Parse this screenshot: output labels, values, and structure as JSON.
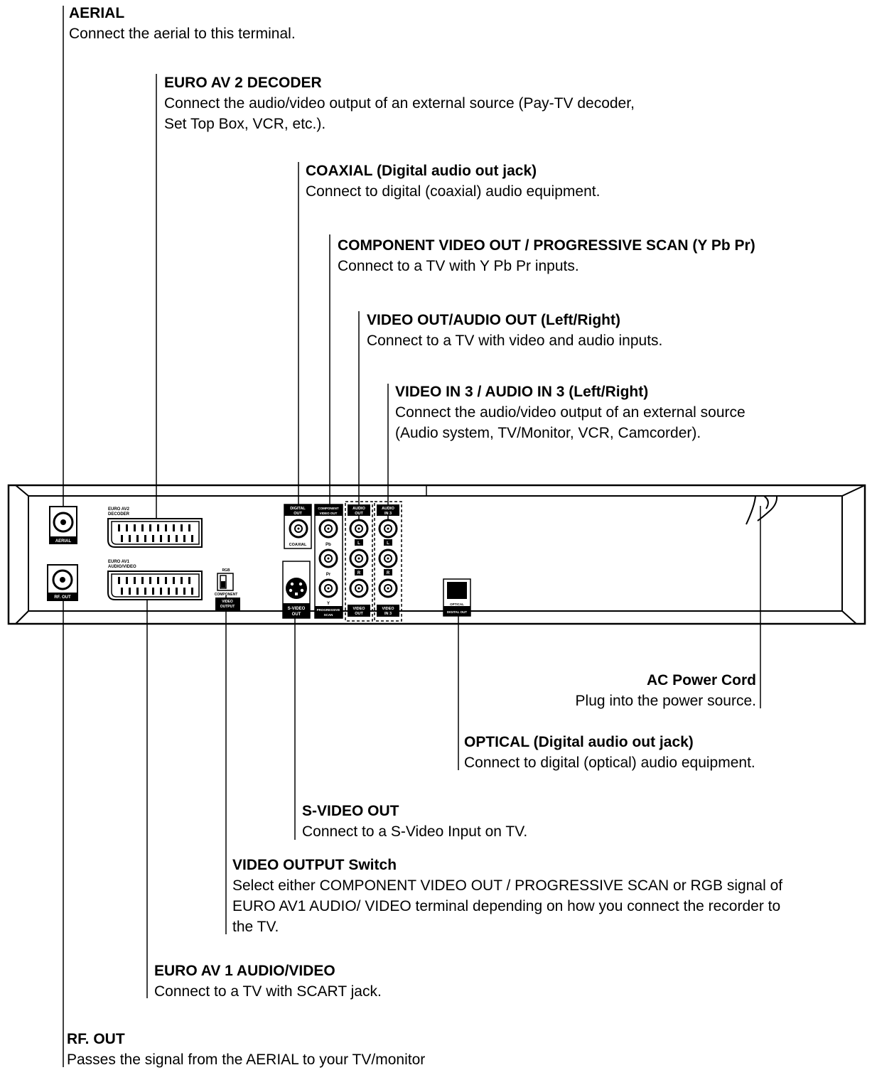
{
  "callouts": {
    "aerial": {
      "title": "AERIAL",
      "desc": "Connect the aerial to this terminal."
    },
    "euro_av2": {
      "title": "EURO AV 2 DECODER",
      "desc1": "Connect the audio/video output of an external source (Pay-TV decoder,",
      "desc2": "Set Top Box, VCR, etc.)."
    },
    "coaxial": {
      "title": "COAXIAL (Digital audio out jack)",
      "desc": "Connect to digital (coaxial) audio equipment."
    },
    "component": {
      "title": "COMPONENT VIDEO OUT / PROGRESSIVE SCAN (Y Pb Pr)",
      "desc": "Connect to a TV with Y Pb Pr inputs."
    },
    "video_out": {
      "title": "VIDEO OUT/AUDIO OUT (Left/Right)",
      "desc": "Connect to a TV with video and audio inputs."
    },
    "video_in3": {
      "title": "VIDEO IN 3 / AUDIO IN 3 (Left/Right)",
      "desc1": "Connect the audio/video output of an external source",
      "desc2": "(Audio system, TV/Monitor, VCR, Camcorder)."
    },
    "ac_power": {
      "title": "AC Power Cord",
      "desc": "Plug into the power source."
    },
    "optical": {
      "title": "OPTICAL (Digital audio out jack)",
      "desc": "Connect to digital (optical) audio equipment."
    },
    "svideo": {
      "title": "S-VIDEO OUT",
      "desc": "Connect to a S-Video Input on TV."
    },
    "video_output_switch": {
      "title": "VIDEO OUTPUT Switch",
      "desc1": "Select either COMPONENT VIDEO OUT / PROGRESSIVE SCAN or RGB signal of",
      "desc2": "EURO AV1 AUDIO/ VIDEO terminal depending on how you connect the recorder to",
      "desc3": "the TV."
    },
    "euro_av1": {
      "title": "EURO AV 1 AUDIO/VIDEO",
      "desc": "Connect to a TV with SCART jack."
    },
    "rf_out": {
      "title": "RF. OUT",
      "desc": "Passes the signal from the AERIAL to your TV/monitor"
    }
  },
  "panel_labels": {
    "aerial": "AERIAL",
    "rf_out": "RF. OUT",
    "euro_av2": "EURO AV2",
    "decoder": "DECODER",
    "euro_av1": "EURO AV1",
    "audio_video": "AUDIO/VIDEO",
    "rgb": "RGB",
    "component": "COMPONENT",
    "video": "VIDEO",
    "output": "OUTPUT",
    "digital": "DIGITAL",
    "out": "OUT",
    "coaxial": "COAXIAL",
    "component_small": "COMPONENT",
    "video_out_small": "VIDEO OUT",
    "pb": "Pb",
    "pr": "Pr",
    "y": "Y",
    "progressive": "PROGRESSIVE",
    "scan": "SCAN",
    "audio": "AUDIO",
    "in3": "IN 3",
    "l": "L",
    "r": "R",
    "s_video": "S-VIDEO",
    "optical": "OPTICAL",
    "digital_out": "DIGITAL OUT"
  }
}
